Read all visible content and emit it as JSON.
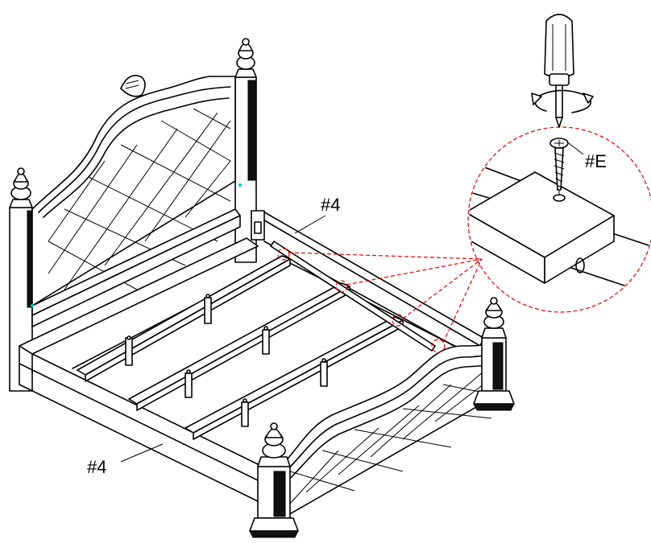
{
  "labels": {
    "rail_back": "#4",
    "rail_front": "#4",
    "screw": "#E"
  },
  "colors": {
    "line": "#000000",
    "callout": "#e00000",
    "background": "#ffffff"
  },
  "icons": [
    "screwdriver-icon",
    "rotation-arrow-icon",
    "screw-icon"
  ]
}
